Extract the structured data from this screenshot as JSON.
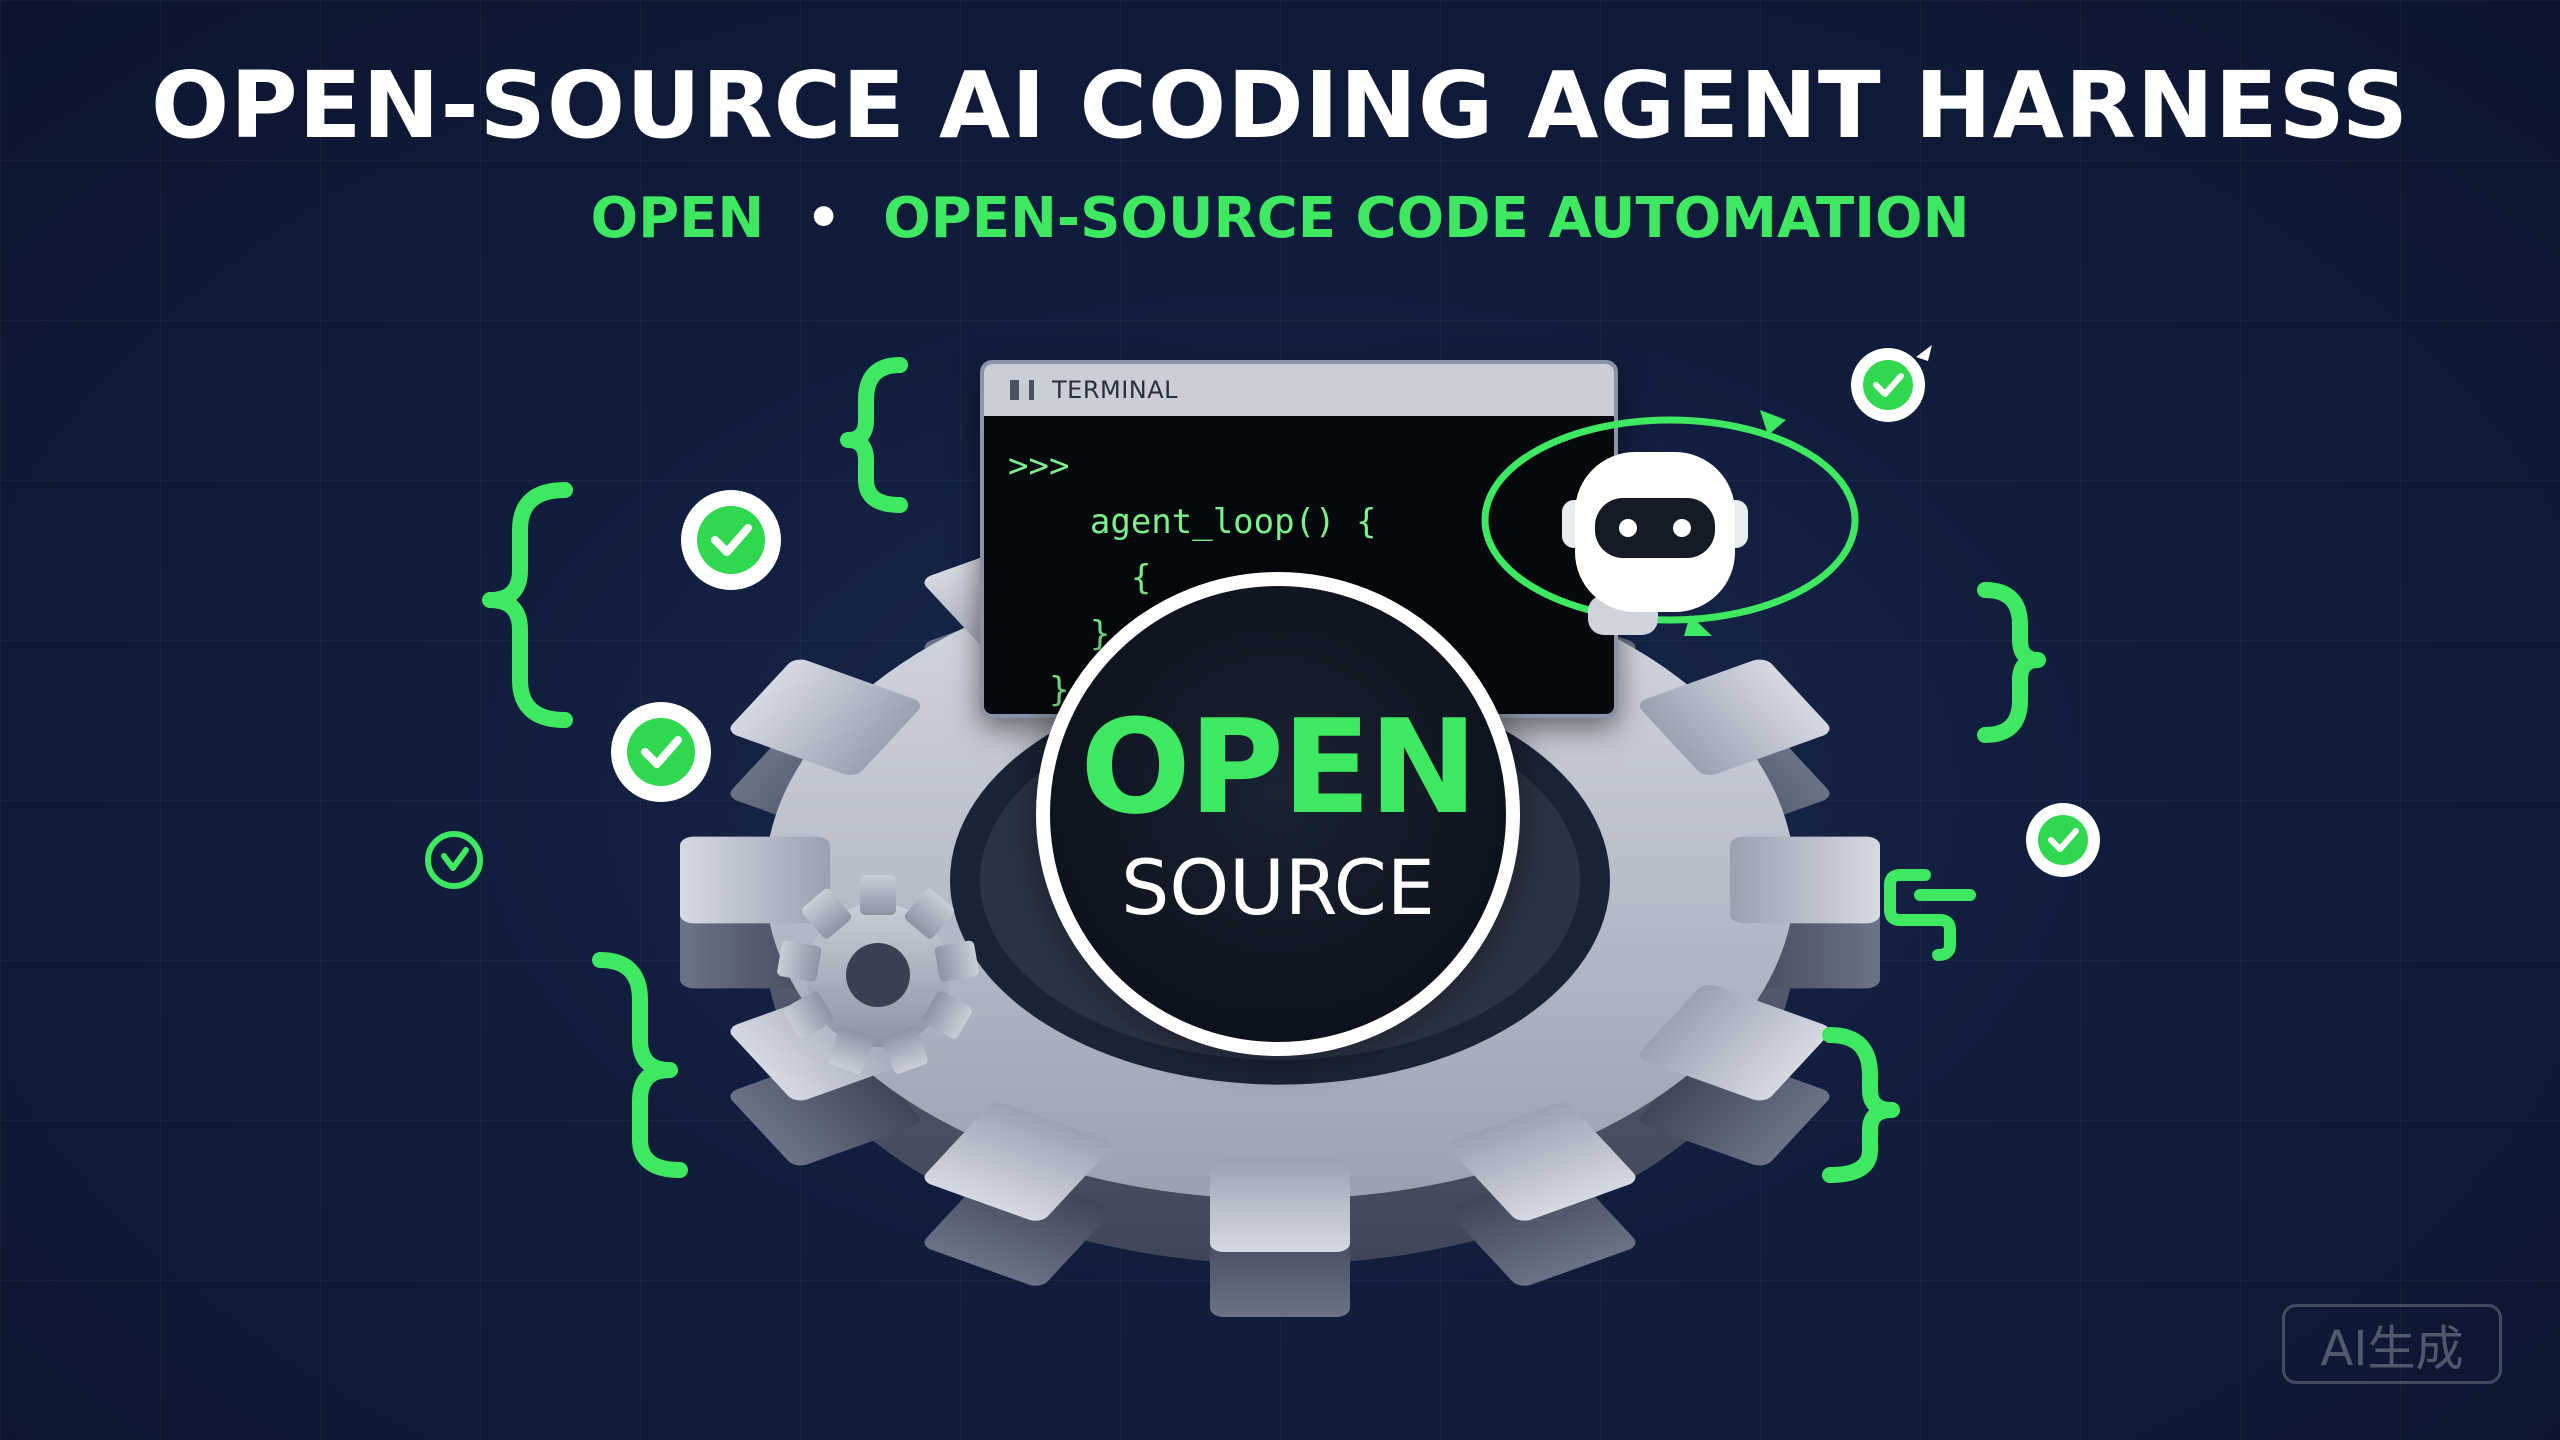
{
  "header": {
    "title": "OPEN-SOURCE AI CODING AGENT HARNESS",
    "subtitle_left": "OPEN",
    "subtitle_separator": "•",
    "subtitle_right": "OPEN-SOURCE CODE AUTOMATION"
  },
  "terminal": {
    "title": "TERMINAL",
    "lines": [
      ">>>",
      "    agent_loop() {",
      "      {",
      "    }",
      "  }"
    ]
  },
  "badge": {
    "line1": "OPEN",
    "line2": "SOURCE"
  },
  "watermark": "AI生成",
  "colors": {
    "accent_green": "#3ee860",
    "background": "#0f1a35",
    "gear": "#b9bfcc",
    "text": "#ffffff"
  },
  "icons": [
    "curly-brace-icon",
    "check-circle-icon",
    "gear-icon",
    "robot-icon",
    "loop-arrow-icon"
  ]
}
